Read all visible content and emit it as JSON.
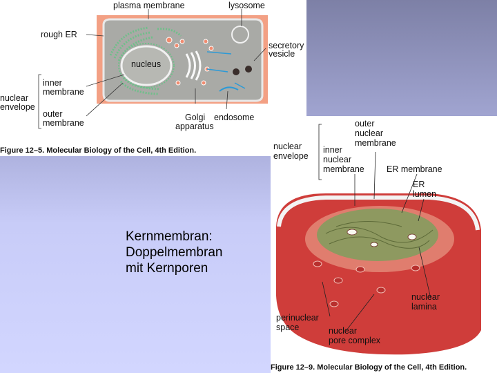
{
  "figure1": {
    "labels": {
      "plasma_membrane": "plasma membrane",
      "lysosome": "lysosome",
      "rough_er": "rough ER",
      "secretory_vesicle_1": "secretory",
      "secretory_vesicle_2": "vesicle",
      "nucleus": "nucleus",
      "inner_membrane_1": "inner",
      "inner_membrane_2": "membrane",
      "nuclear_envelope_1": "nuclear",
      "nuclear_envelope_2": "envelope",
      "outer_membrane_1": "outer",
      "outer_membrane_2": "membrane",
      "golgi_1": "Golgi",
      "golgi_2": "apparatus",
      "endosome": "endosome"
    },
    "caption": "Figure 12–5. Molecular Biology of the Cell, 4th Edition."
  },
  "figure2": {
    "labels": {
      "outer_nuclear_membrane_1": "outer",
      "outer_nuclear_membrane_2": "nuclear",
      "outer_nuclear_membrane_3": "membrane",
      "nuclear_envelope_1": "nuclear",
      "nuclear_envelope_2": "envelope",
      "inner_nuclear_membrane_1": "inner",
      "inner_nuclear_membrane_2": "nuclear",
      "inner_nuclear_membrane_3": "membrane",
      "er_membrane": "ER membrane",
      "er_lumen_1": "ER",
      "er_lumen_2": "lumen",
      "nuclear_lamina_1": "nuclear",
      "nuclear_lamina_2": "lamina",
      "perinuclear_space_1": "perinuclear",
      "perinuclear_space_2": "space",
      "nuclear_pore_complex_1": "nuclear",
      "nuclear_pore_complex_2": "pore complex"
    },
    "caption": "Figure 12–9. Molecular Biology of the Cell, 4th Edition."
  },
  "slide_text": {
    "line1": "Kernmembran:",
    "line2": "Doppelmembran",
    "line3": "mit Kernporen"
  },
  "colors": {
    "cell_background": "#f3a084",
    "cytoplasm": "#a9aaa6",
    "er_green": "#6fbf8a",
    "arrow_blue": "#2d9ad6",
    "membrane_red": "#d5433f",
    "chromatin": "#7b8a4a"
  }
}
